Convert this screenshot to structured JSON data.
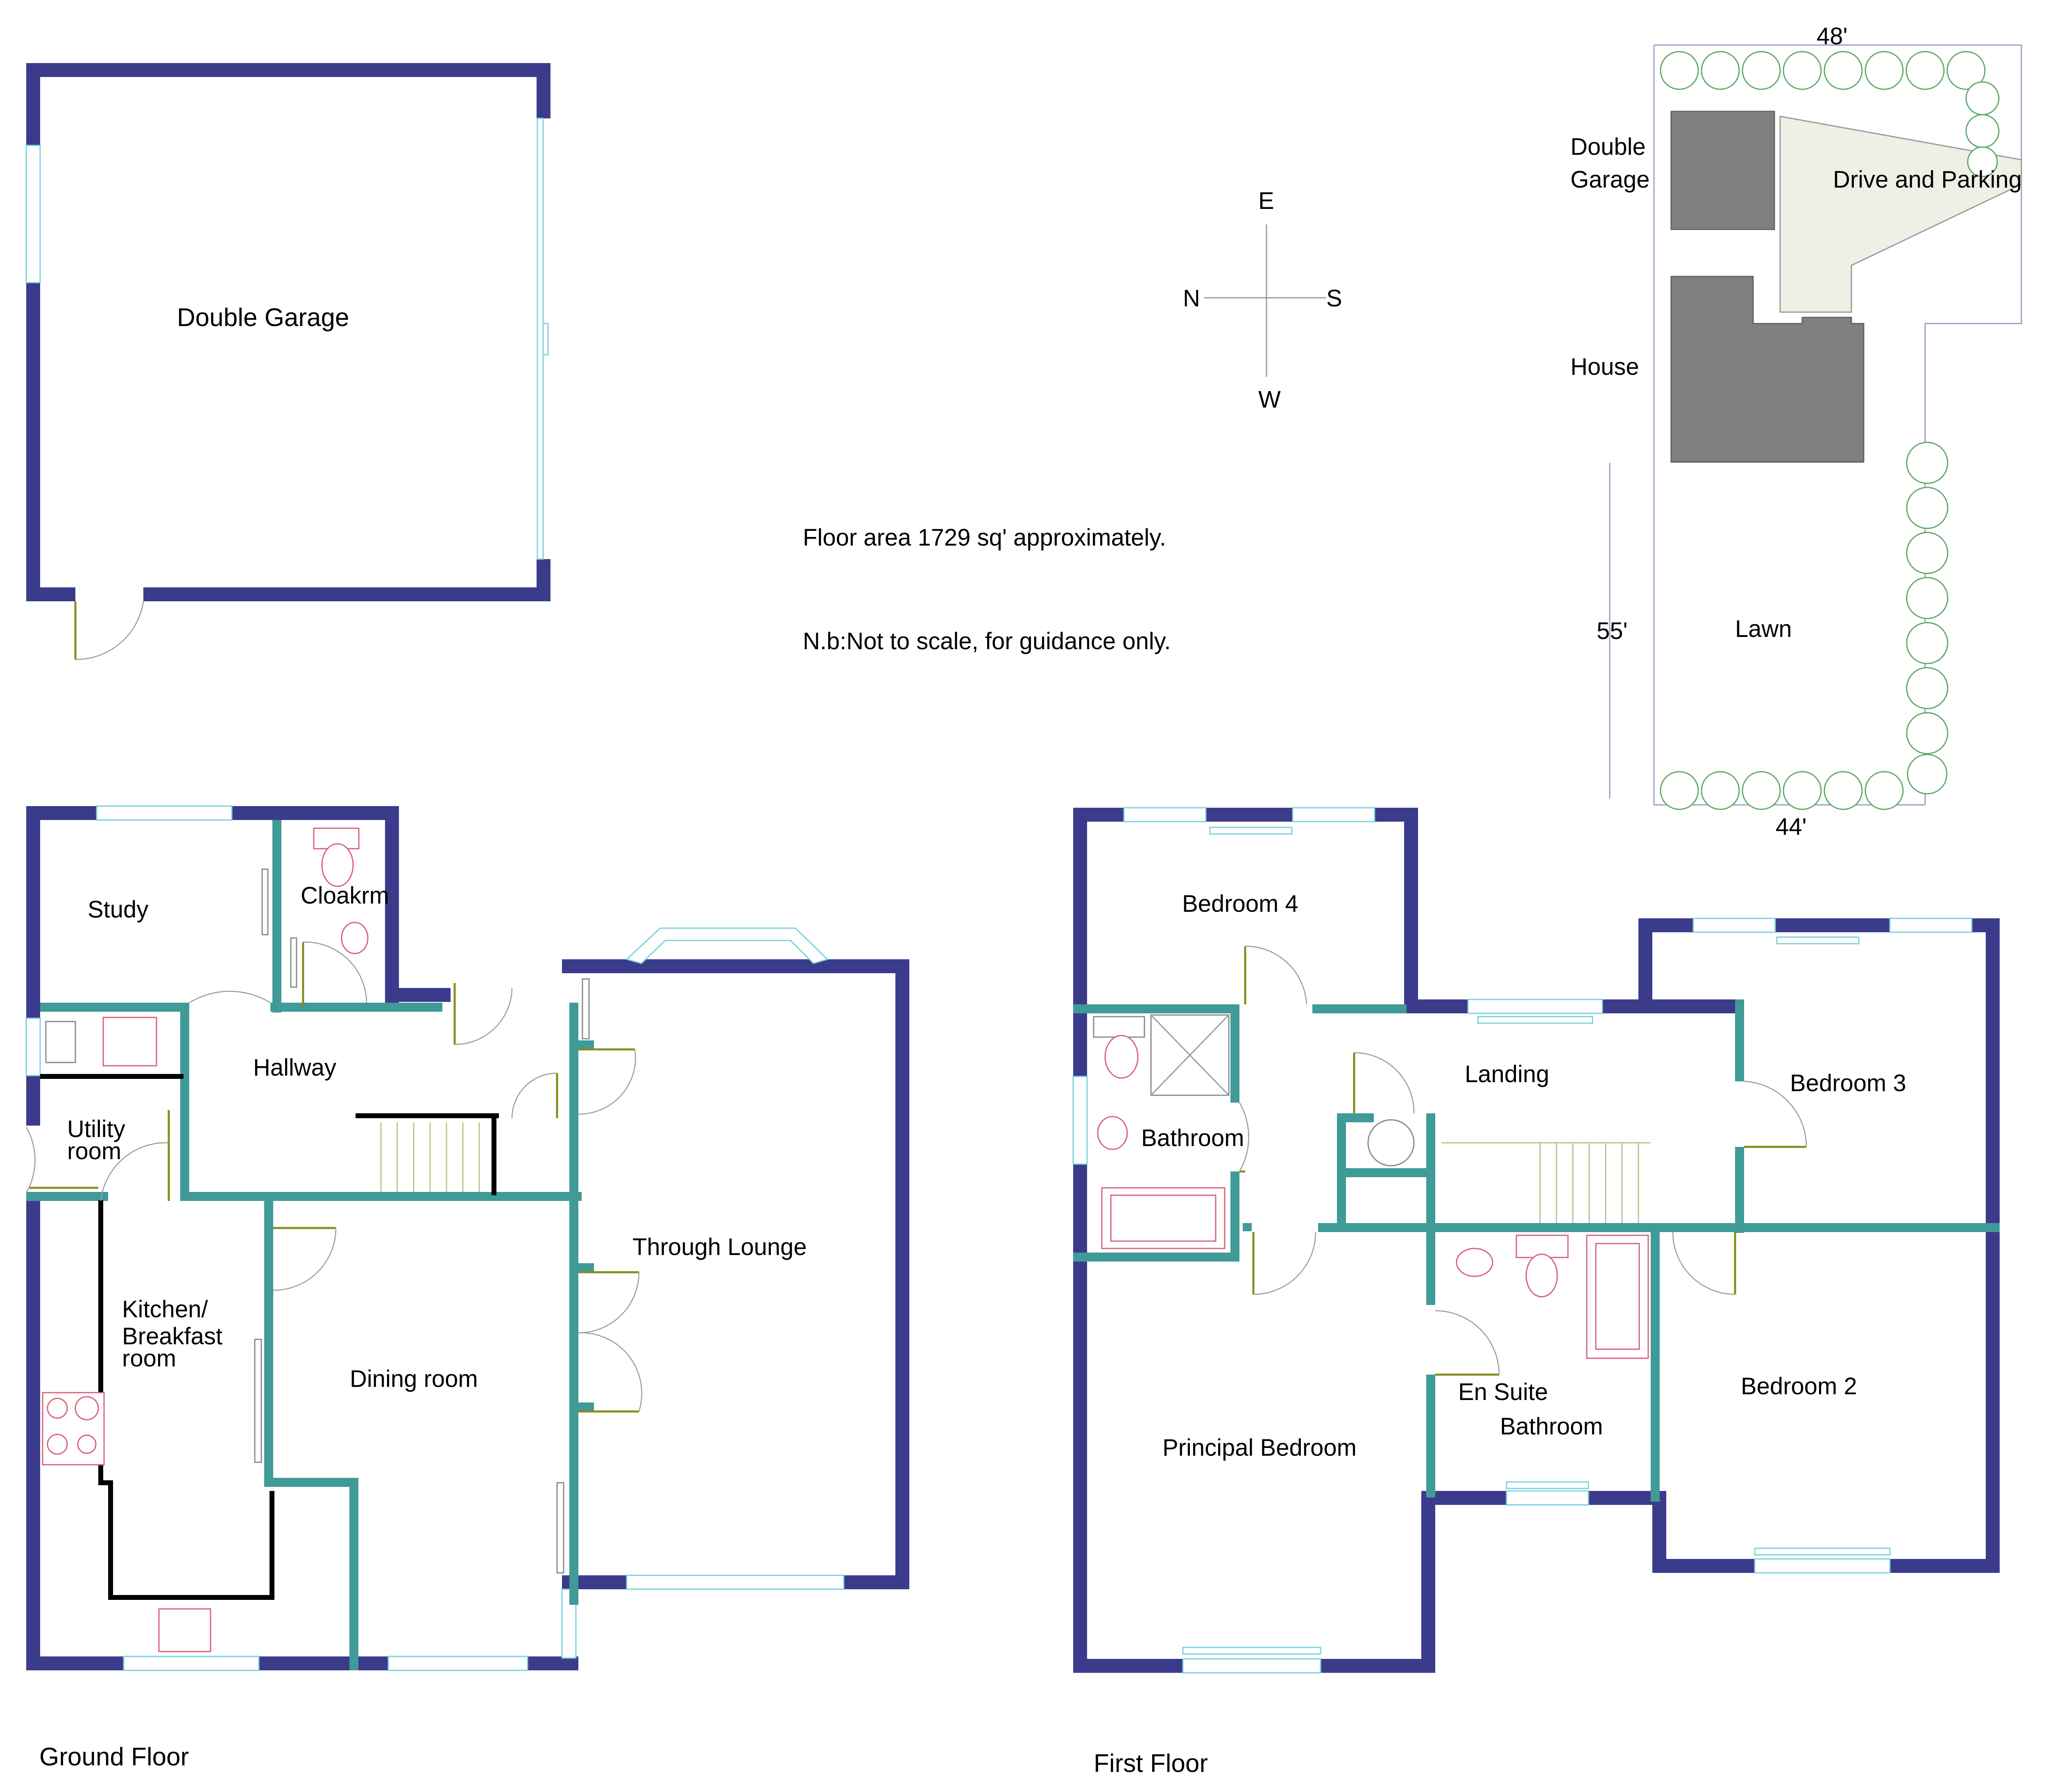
{
  "garage": {
    "label": "Double Garage"
  },
  "compass": {
    "e": "E",
    "n": "N",
    "s": "S",
    "w": "W"
  },
  "notes": {
    "floor_area": "Floor area 1729 sq' approximately.",
    "disclaimer": "N.b:Not to scale, for guidance only."
  },
  "site_plan": {
    "width_top": "48'",
    "width_bottom": "44'",
    "depth": "55'",
    "garage_line1": "Double",
    "garage_line2": "Garage",
    "drive": "Drive and Parking",
    "house": "House",
    "lawn": "Lawn"
  },
  "ground_floor": {
    "title": "Ground Floor",
    "rooms": {
      "study": "Study",
      "cloakroom": "Cloakrm",
      "hallway": "Hallway",
      "utility_1": "Utility",
      "utility_2": "room",
      "kitchen_1": "Kitchen/",
      "kitchen_2": "Breakfast",
      "kitchen_3": "room",
      "dining": "Dining room",
      "lounge": "Through Lounge"
    }
  },
  "first_floor": {
    "title": "First Floor",
    "rooms": {
      "bedroom4": "Bedroom 4",
      "landing": "Landing",
      "bedroom3": "Bedroom 3",
      "bathroom": "Bathroom",
      "ensuite_1": "En Suite",
      "ensuite_2": "Bathroom",
      "principal": "Principal Bedroom",
      "bedroom2": "Bedroom 2"
    }
  },
  "colors": {
    "external_wall": "#3b3b8c",
    "internal_wall": "#3f9a98",
    "window": "#7ad1dc",
    "sanitaryware": "#d9607a",
    "hedge": "#5fa86a",
    "site_building": "#808080",
    "drive": "#eef0e6"
  }
}
